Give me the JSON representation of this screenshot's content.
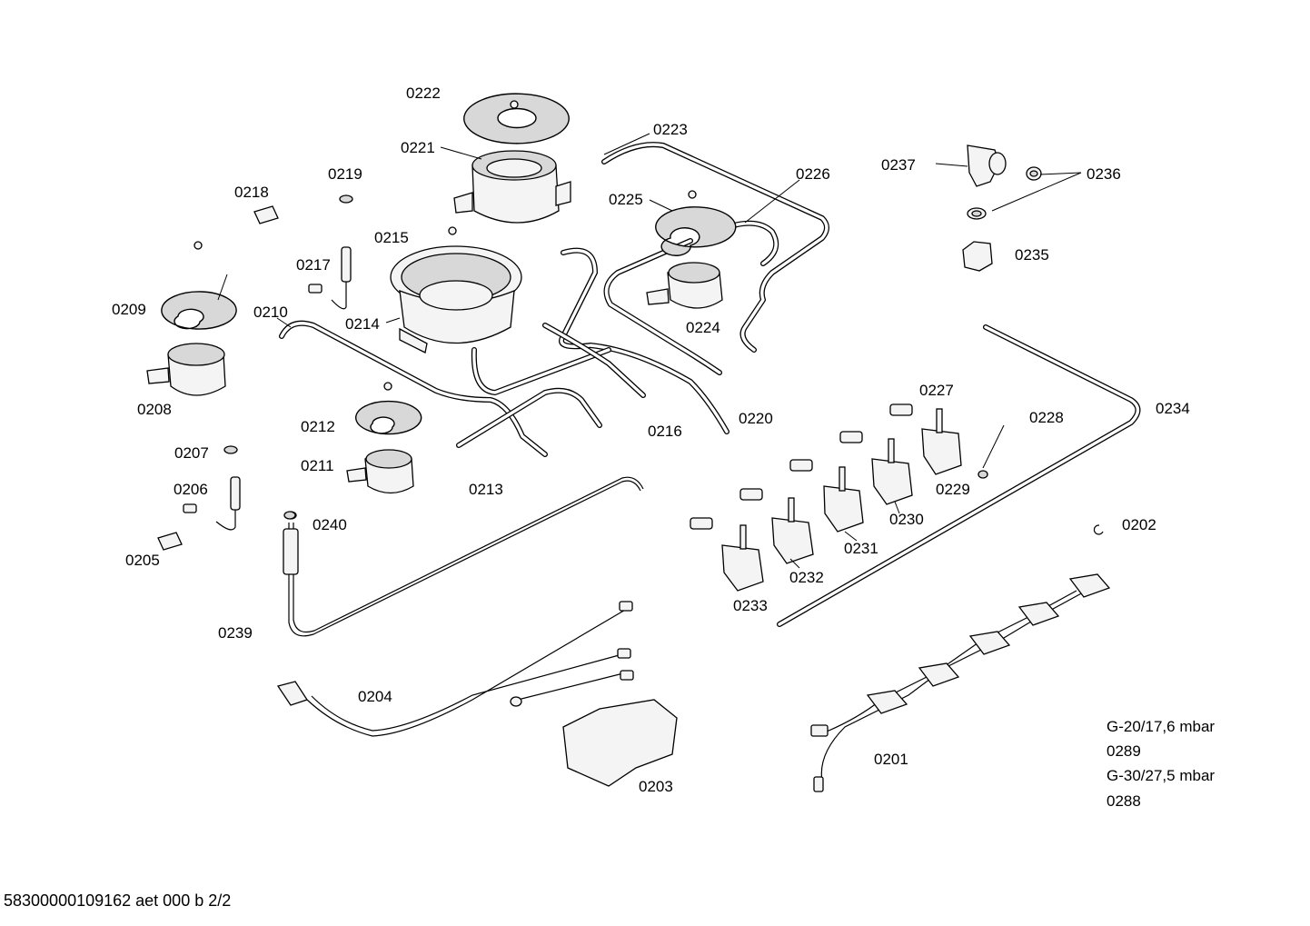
{
  "labels": {
    "p0201": "0201",
    "p0202": "0202",
    "p0203": "0203",
    "p0204": "0204",
    "p0205": "0205",
    "p0206": "0206",
    "p0207": "0207",
    "p0208": "0208",
    "p0209": "0209",
    "p0210": "0210",
    "p0211": "0211",
    "p0212": "0212",
    "p0213": "0213",
    "p0214": "0214",
    "p0215": "0215",
    "p0216": "0216",
    "p0217": "0217",
    "p0218": "0218",
    "p0219": "0219",
    "p0220": "0220",
    "p0221": "0221",
    "p0222": "0222",
    "p0223": "0223",
    "p0224": "0224",
    "p0225": "0225",
    "p0226": "0226",
    "p0227": "0227",
    "p0228": "0228",
    "p0229": "0229",
    "p0230": "0230",
    "p0231": "0231",
    "p0232": "0232",
    "p0233": "0233",
    "p0234": "0234",
    "p0235": "0235",
    "p0236": "0236",
    "p0237": "0237",
    "p0239": "0239",
    "p0240": "0240"
  },
  "gas_spec": {
    "g20": "G-20/17,6 mbar",
    "g20_code": "0289",
    "g30": "G-30/27,5 mbar",
    "g30_code": "0288"
  },
  "footer": "58300000109162 aet 000 b 2/2"
}
